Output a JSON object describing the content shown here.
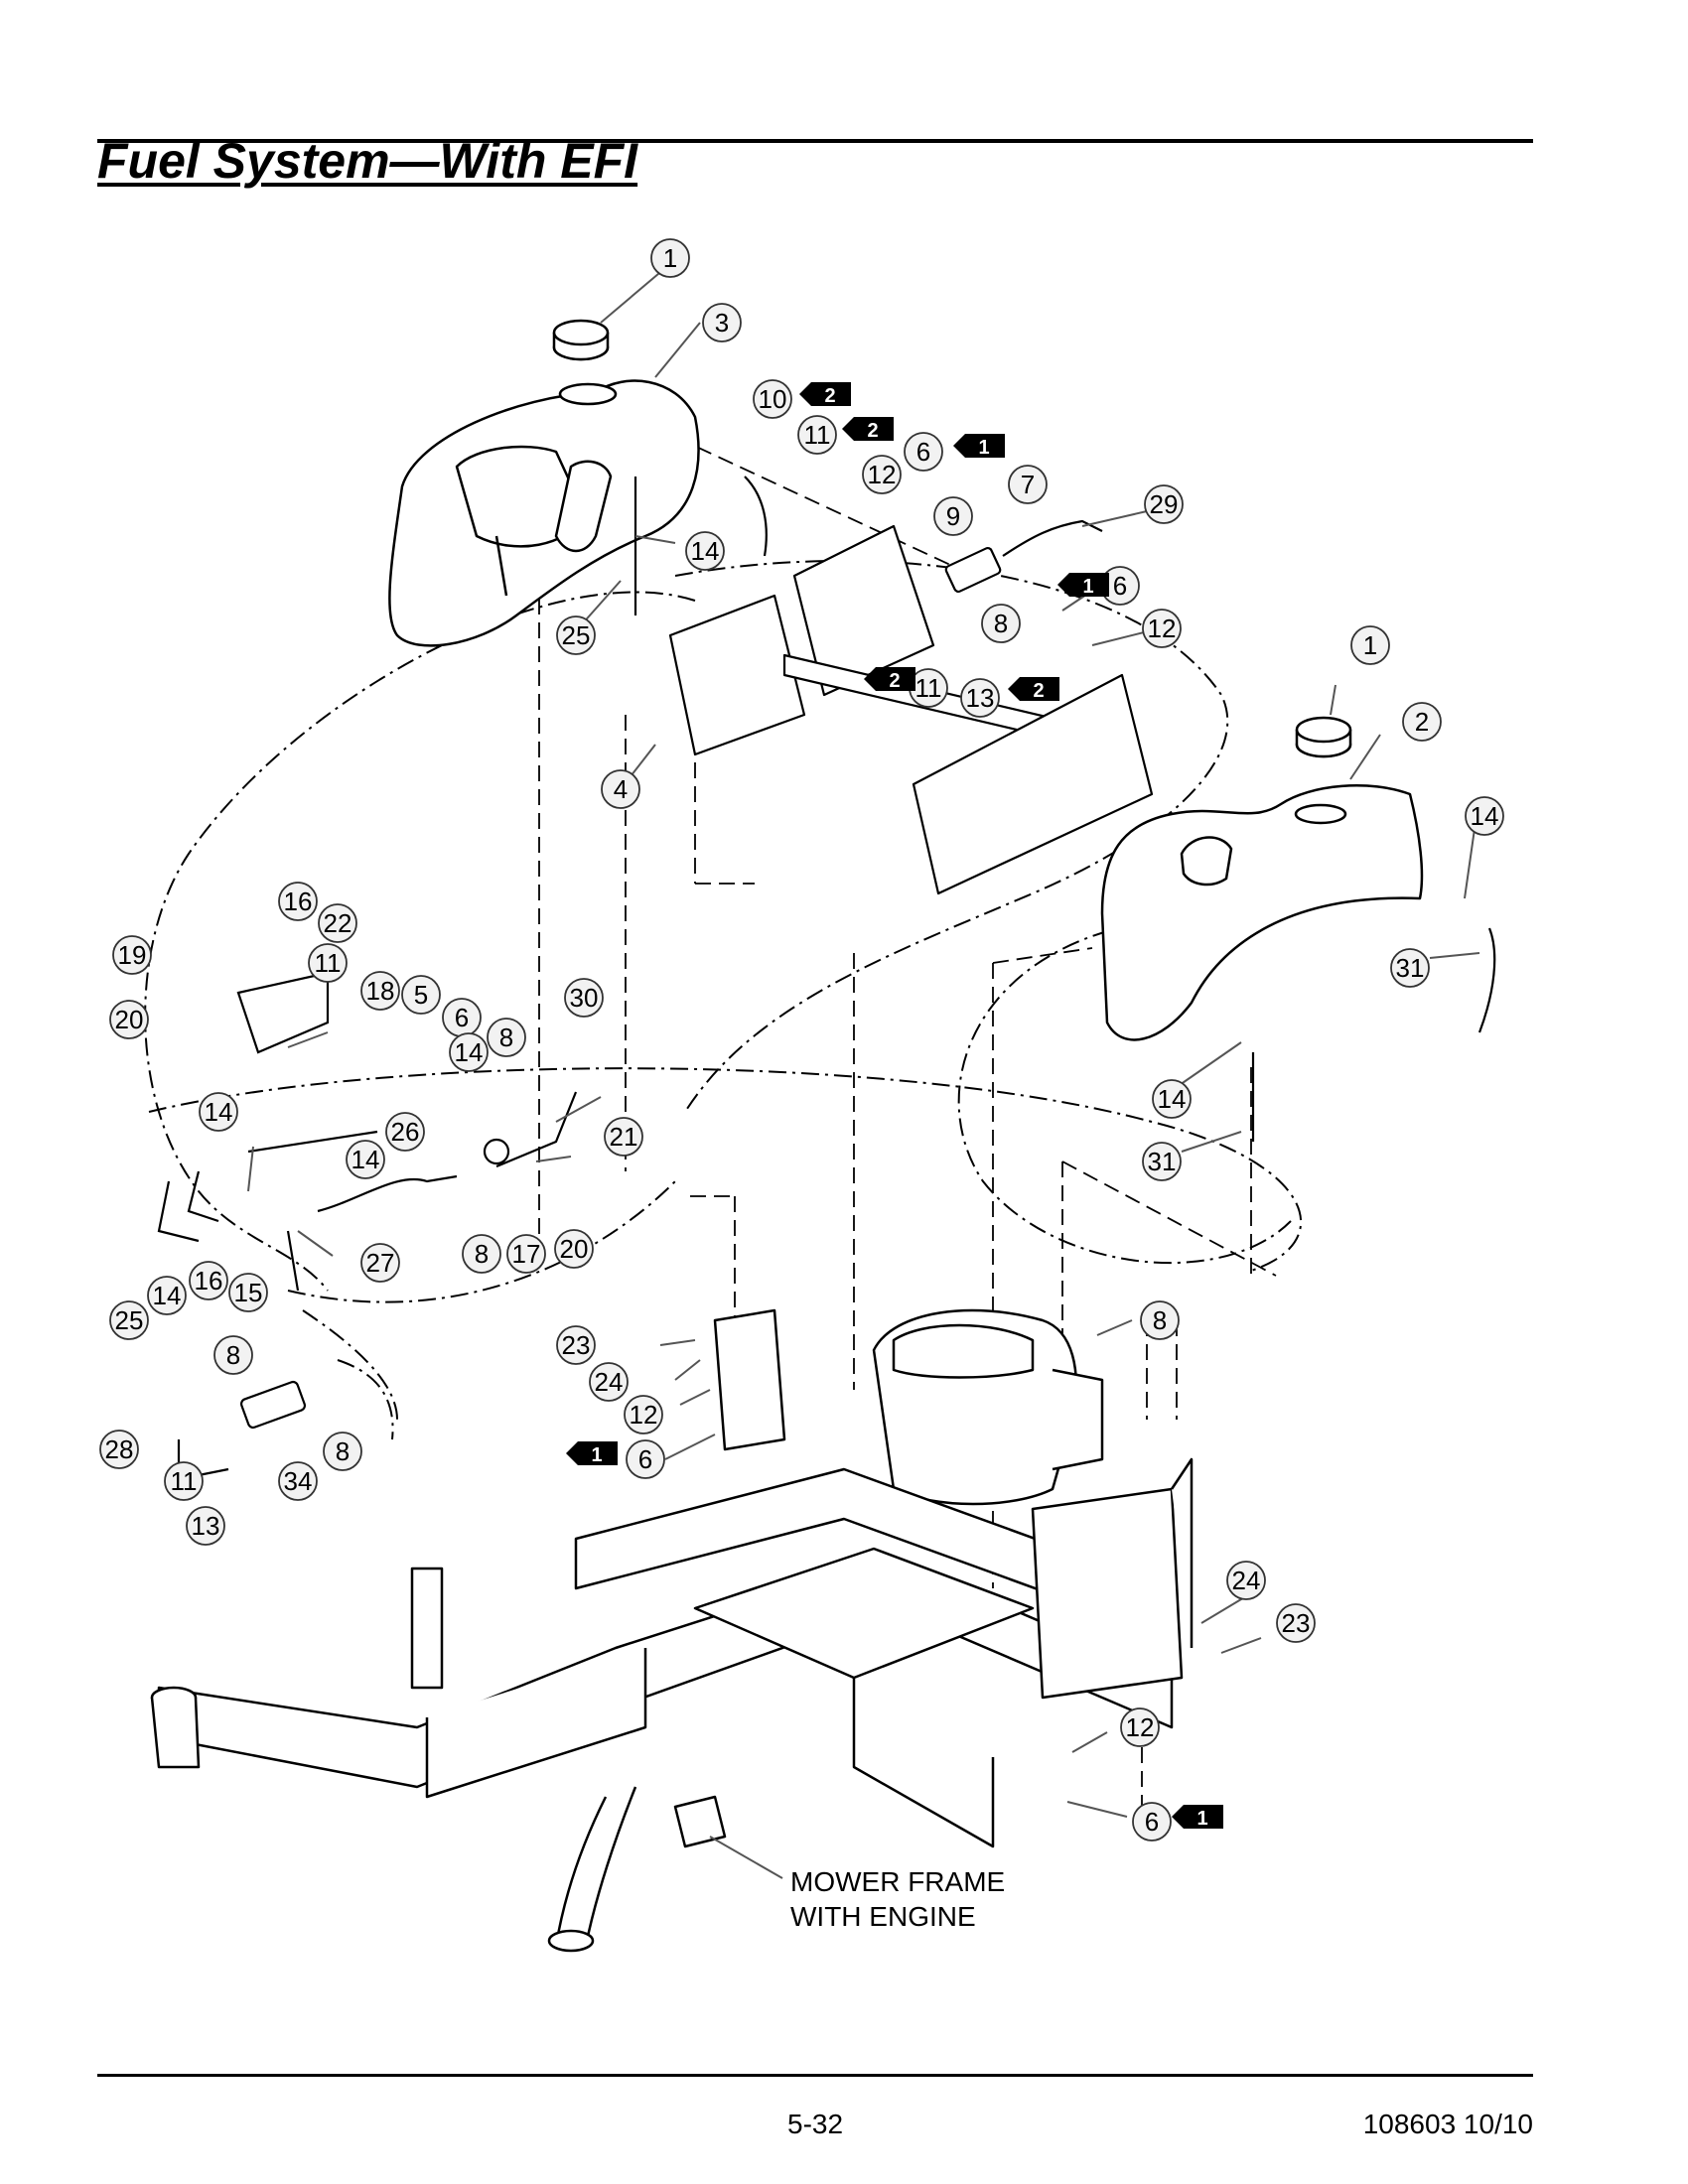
{
  "page": {
    "title": "Fuel System—With EFI",
    "page_number": "5-32",
    "doc_ref": "108603 10/10"
  },
  "frame_label": [
    "MOWER FRAME",
    "WITH ENGINE"
  ],
  "colors": {
    "ink": "#000000",
    "paper": "#ffffff",
    "callout_fill": "#f2f2f2"
  },
  "callouts": [
    {
      "id": "c1a",
      "n": "1"
    },
    {
      "id": "c3",
      "n": "3"
    },
    {
      "id": "c10",
      "n": "10"
    },
    {
      "id": "c11a",
      "n": "11"
    },
    {
      "id": "c6a",
      "n": "6"
    },
    {
      "id": "c12a",
      "n": "12"
    },
    {
      "id": "c7",
      "n": "7"
    },
    {
      "id": "c29",
      "n": "29"
    },
    {
      "id": "c9",
      "n": "9"
    },
    {
      "id": "c14a",
      "n": "14"
    },
    {
      "id": "c25a",
      "n": "25"
    },
    {
      "id": "c8a",
      "n": "8"
    },
    {
      "id": "c6b",
      "n": "6"
    },
    {
      "id": "c12b",
      "n": "12"
    },
    {
      "id": "c11b",
      "n": "11"
    },
    {
      "id": "c13a",
      "n": "13"
    },
    {
      "id": "c4",
      "n": "4"
    },
    {
      "id": "c1b",
      "n": "1"
    },
    {
      "id": "c2",
      "n": "2"
    },
    {
      "id": "c14b",
      "n": "14"
    },
    {
      "id": "c31a",
      "n": "31"
    },
    {
      "id": "c14c",
      "n": "14"
    },
    {
      "id": "c31b",
      "n": "31"
    },
    {
      "id": "c16a",
      "n": "16"
    },
    {
      "id": "c22",
      "n": "22"
    },
    {
      "id": "c19",
      "n": "19"
    },
    {
      "id": "c11c",
      "n": "11"
    },
    {
      "id": "c20a",
      "n": "20"
    },
    {
      "id": "c18",
      "n": "18"
    },
    {
      "id": "c5",
      "n": "5"
    },
    {
      "id": "c6c",
      "n": "6"
    },
    {
      "id": "c30",
      "n": "30"
    },
    {
      "id": "c8b",
      "n": "8"
    },
    {
      "id": "c14d",
      "n": "14"
    },
    {
      "id": "c14e",
      "n": "14"
    },
    {
      "id": "c14f",
      "n": "14"
    },
    {
      "id": "c26",
      "n": "26"
    },
    {
      "id": "c21",
      "n": "21"
    },
    {
      "id": "c8c",
      "n": "8"
    },
    {
      "id": "c17",
      "n": "17"
    },
    {
      "id": "c20b",
      "n": "20"
    },
    {
      "id": "c27",
      "n": "27"
    },
    {
      "id": "c14g",
      "n": "14"
    },
    {
      "id": "c16b",
      "n": "16"
    },
    {
      "id": "c15",
      "n": "15"
    },
    {
      "id": "c25b",
      "n": "25"
    },
    {
      "id": "c8d",
      "n": "8"
    },
    {
      "id": "c28",
      "n": "28"
    },
    {
      "id": "c8e",
      "n": "8"
    },
    {
      "id": "c11d",
      "n": "11"
    },
    {
      "id": "c34",
      "n": "34"
    },
    {
      "id": "c13b",
      "n": "13"
    },
    {
      "id": "c23a",
      "n": "23"
    },
    {
      "id": "c24a",
      "n": "24"
    },
    {
      "id": "c12c",
      "n": "12"
    },
    {
      "id": "c6d",
      "n": "6"
    },
    {
      "id": "c8f",
      "n": "8"
    },
    {
      "id": "c24b",
      "n": "24"
    },
    {
      "id": "c23b",
      "n": "23"
    },
    {
      "id": "c12d",
      "n": "12"
    },
    {
      "id": "c6e",
      "n": "6"
    }
  ],
  "notes": [
    {
      "id": "t10",
      "n": "2"
    },
    {
      "id": "t11a",
      "n": "2"
    },
    {
      "id": "t6a",
      "n": "1"
    },
    {
      "id": "t6b",
      "n": "1"
    },
    {
      "id": "t11b",
      "n": "2"
    },
    {
      "id": "t13",
      "n": "2"
    },
    {
      "id": "t6d",
      "n": "1"
    },
    {
      "id": "t6e",
      "n": "1"
    }
  ]
}
